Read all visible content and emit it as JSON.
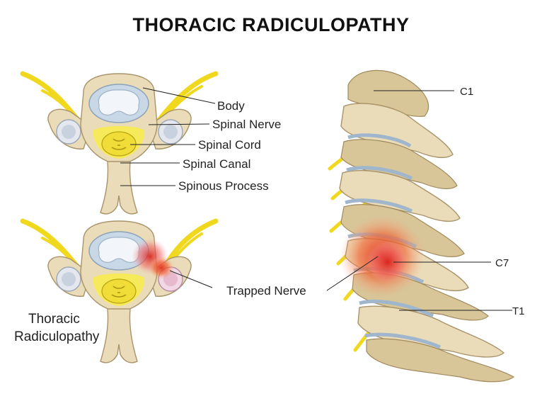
{
  "title": "THORACIC RADICULOPATHY",
  "labels": {
    "body": "Body",
    "spinal_nerve": "Spinal Nerve",
    "spinal_cord": "Spinal Cord",
    "spinal_canal": "Spinal Canal",
    "spinous_process": "Spinous Process",
    "trapped_nerve": "Trapped Nerve",
    "condition_line1": "Thoracic",
    "condition_line2": "Radiculopathy",
    "c1": "C1",
    "c7": "C7",
    "t1": "T1"
  },
  "colors": {
    "bone": "#eadcb8",
    "nerve": "#f0d81e",
    "disc": "#c9d8e6",
    "inflammation": "#e8402a"
  }
}
